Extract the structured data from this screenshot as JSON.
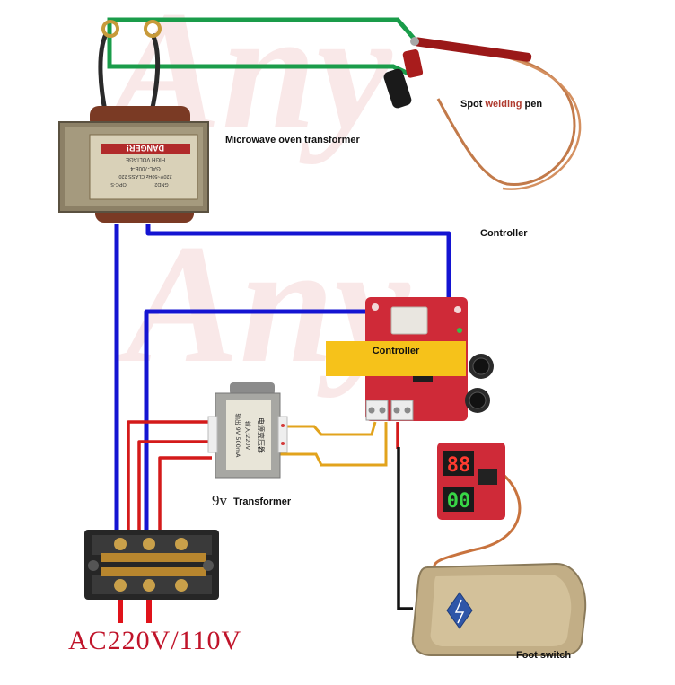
{
  "labels": {
    "spot_pen_1": "Spot ",
    "spot_pen_2": "welding",
    "spot_pen_3": " pen",
    "microwave": "Microwave oven transformer",
    "controller_top": "Controller",
    "controller_box": "Controller",
    "nine_v": "9v",
    "transformer": "Transformer",
    "foot_switch": "Foot switch",
    "ac_voltage": "AC220V/110V"
  },
  "watermark": "Any",
  "transformer_plate": {
    "line1": "DANGER!",
    "line2": "HIGH VOLTAGE",
    "line3": "GAL-700E-4",
    "line4": "220V~50Hz CLASS 220",
    "line5": "GND2",
    "line6": "OPC-S"
  },
  "small_transformer_plate": {
    "line1": "电源变压器",
    "line2": "输入:220V",
    "line3": "输出:9V 500mA"
  },
  "display": {
    "top": "88",
    "bottom": "00"
  },
  "wire_colors": {
    "blue": "#1414d2",
    "green": "#1a9c4a",
    "red": "#d41a1a",
    "yellow": "#e2a31c",
    "black": "#111111"
  }
}
